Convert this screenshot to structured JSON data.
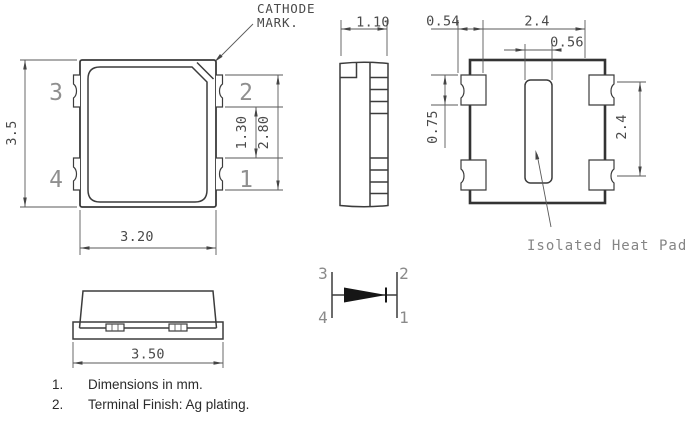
{
  "top_view": {
    "dim_height": "3.5",
    "dim_width": "3.20",
    "dim_pad_inner": "1.30",
    "dim_pad_outer": "2.80",
    "cathode_label_1": "CATHODE",
    "cathode_label_2": "MARK.",
    "pin3": "3",
    "pin4": "4",
    "pin2": "2",
    "pin1": "1"
  },
  "side_view": {
    "dim_thickness": "1.10"
  },
  "bottom_view": {
    "dim_pad_width": "0.54",
    "dim_pad_pitch_h": "2.4",
    "dim_heat_pad_width": "0.56",
    "dim_pad_height": "0.75",
    "dim_pad_pitch_v": "2.4",
    "heat_pad_label": "Isolated Heat Pad"
  },
  "front_view": {
    "dim_base_width": "3.50"
  },
  "circuit": {
    "pin3": "3",
    "pin2": "2",
    "pin4": "4",
    "pin1": "1"
  },
  "notes": [
    {
      "num": "1.",
      "text": "Dimensions in mm."
    },
    {
      "num": "2.",
      "text": "Terminal Finish: Ag plating."
    }
  ],
  "colors": {
    "line": "#3c3c3c",
    "dim_line": "#5a5a5a",
    "dim_text": "#4a4a4a",
    "pin_text": "#8f8f8f",
    "label_gray": "#858585",
    "background": "#ffffff"
  }
}
